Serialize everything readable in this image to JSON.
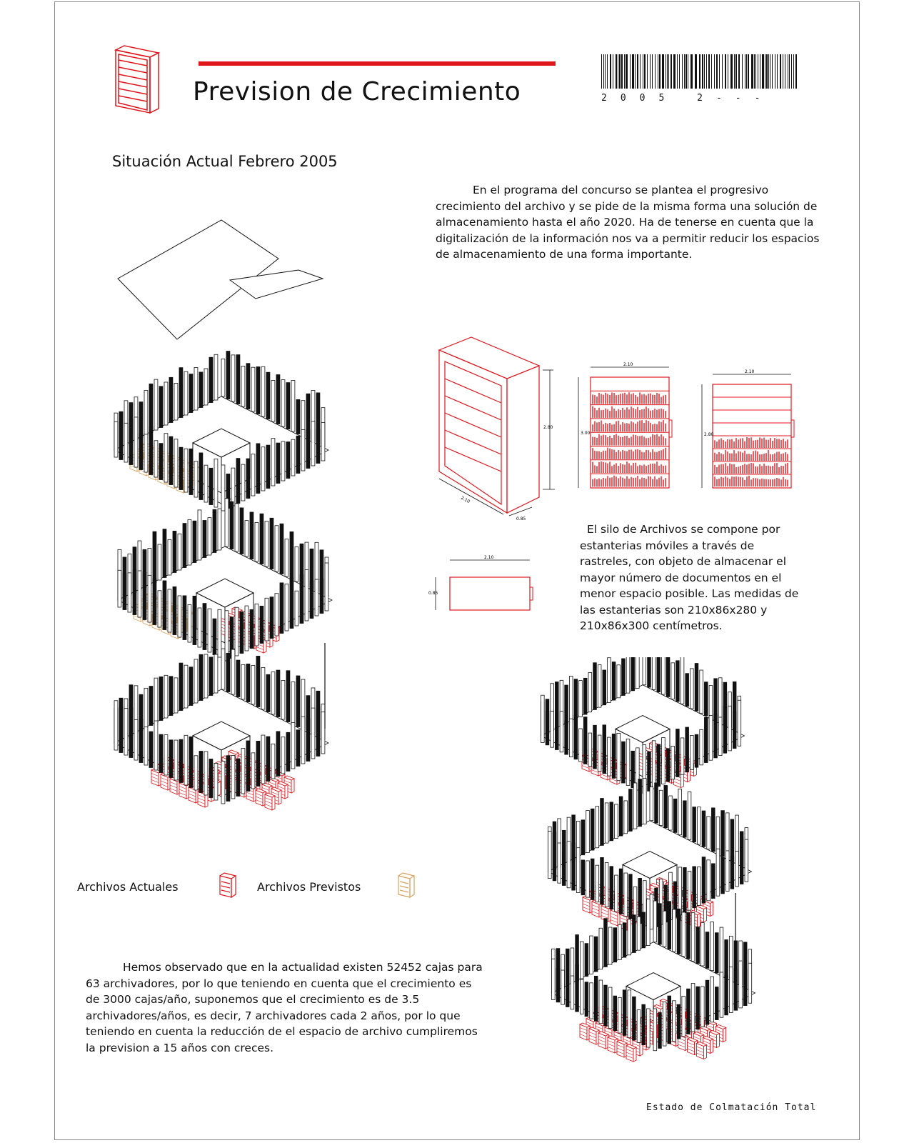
{
  "header": {
    "title": "Prevision de Crecimiento",
    "barcode_number": "2005  2---",
    "accent_color": "#e0161c"
  },
  "section": {
    "subtitle": "Situación Actual Febrero 2005"
  },
  "text": {
    "intro": "En el programa del concurso se plantea el progresivo crecimiento del archivo y se pide de la misma forma una solución de almacenamiento hasta el año 2020. Ha de tenerse en cuenta que la digitalización de la información nos va a permitir reducir los espacios de almacenamiento de una forma importante.",
    "silo": "El silo de Archivos se compone por estanterias móviles a través de rastreles, con objeto de almacenar el mayor número de documentos en el menor espacio posible. Las medidas de las estanterias son 210x86x280 y 210x86x300 centímetros.",
    "observation": "Hemos observado que en la actualidad existen 52452 cajas para 63 archivadores, por lo que teniendo en cuenta que el crecimiento es de 3000 cajas/año, suponemos que el crecimiento es de 3.5 archivadores/años, es decir, 7 archivadores cada 2 años, por lo que teniendo en cuenta la reducción de el espacio de archivo cumpliremos la prevision a 15 años con creces."
  },
  "legend": {
    "current_label": "Archivos Actuales",
    "current_color": "#e0161c",
    "planned_label": "Archivos Previstos",
    "planned_color": "#d9a35f"
  },
  "dimensions": {
    "width": "2.10",
    "depth": "0.85",
    "height_a": "2.80",
    "height_b": "3.00"
  },
  "footer": {
    "caption": "Estado de Colmatación Total"
  }
}
